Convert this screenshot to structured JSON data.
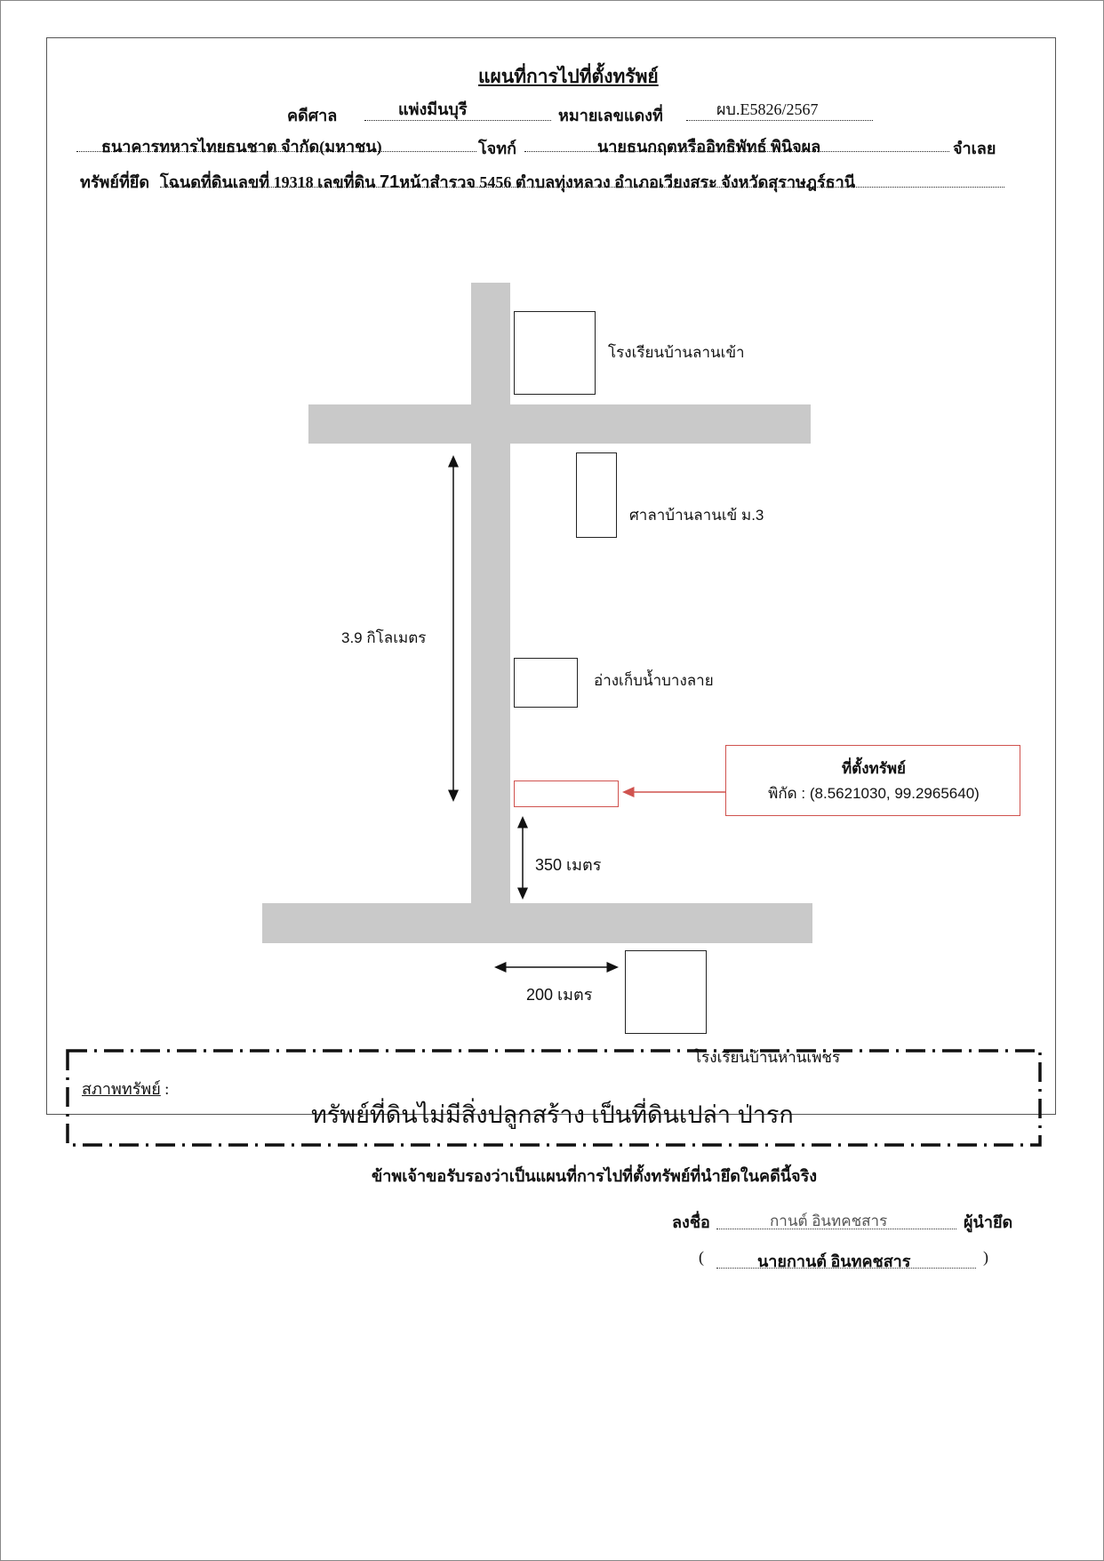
{
  "doc": {
    "title": "แผนที่การไปที่ตั้งทรัพย์",
    "court_label": "คดีศาล",
    "court_value": "แพ่งมีนบุรี",
    "red_case_label": "หมายเลขแดงที่",
    "red_case_value": "ผบ.E5826/2567",
    "plaintiff_value": "ธนาคารทหารไทยธนชาต จำกัด(มหาชน)",
    "plaintiff_label": "โจทก์",
    "defendant_value": "นายธนกฤตหรืออิทธิพัทธ์ พินิจผล",
    "defendant_label": "จำเลย",
    "property_label": "ทรัพย์ที่ยึด",
    "property_value_a": "โฉนดที่ดินเลขที่ 19318 เลขที่ดิน ",
    "property_value_num": "71",
    "property_value_b": "หน้าสำรวจ 5456 ตำบลทุ่งหลวง อำเภอเวียงสระ จังหวัดสุราษฎร์ธานี"
  },
  "map": {
    "school_north": "โรงเรียนบ้านลานเข้า",
    "hall": "ศาลาบ้านลานเข้ ม.3",
    "distance_vertical": "3.9 กิโลเมตร",
    "reservoir": "อ่างเก็บน้ำบางลาย",
    "callout_title": "ที่ตั้งทรัพย์",
    "callout_coords": "พิกัด : (8.5621030, 99.2965640)",
    "distance_350": "350 เมตร",
    "distance_200": "200 เมตร",
    "school_south": "โรงเรียนบ้านหานเพชร",
    "colors": {
      "road": "#c9c9c9",
      "callout": "#d0534f"
    }
  },
  "status": {
    "label": "สภาพทรัพย์",
    "label_suffix": " :",
    "text": "ทรัพย์ที่ดินไม่มีสิ่งปลูกสร้าง เป็นที่ดินเปล่า ป่ารก"
  },
  "certify": {
    "statement": "ข้าพเจ้าขอรับรองว่าเป็นแผนที่การไปที่ตั้งทรัพย์ที่นำยึดในคดีนี้จริง",
    "sign_label": "ลงชื่อ",
    "signature": "กานต์ อินทคชสาร",
    "role": "ผู้นำยึด",
    "open_paren": "(",
    "printed_name": "นายกานต์ อินทคชสาร",
    "close_paren": ")"
  }
}
